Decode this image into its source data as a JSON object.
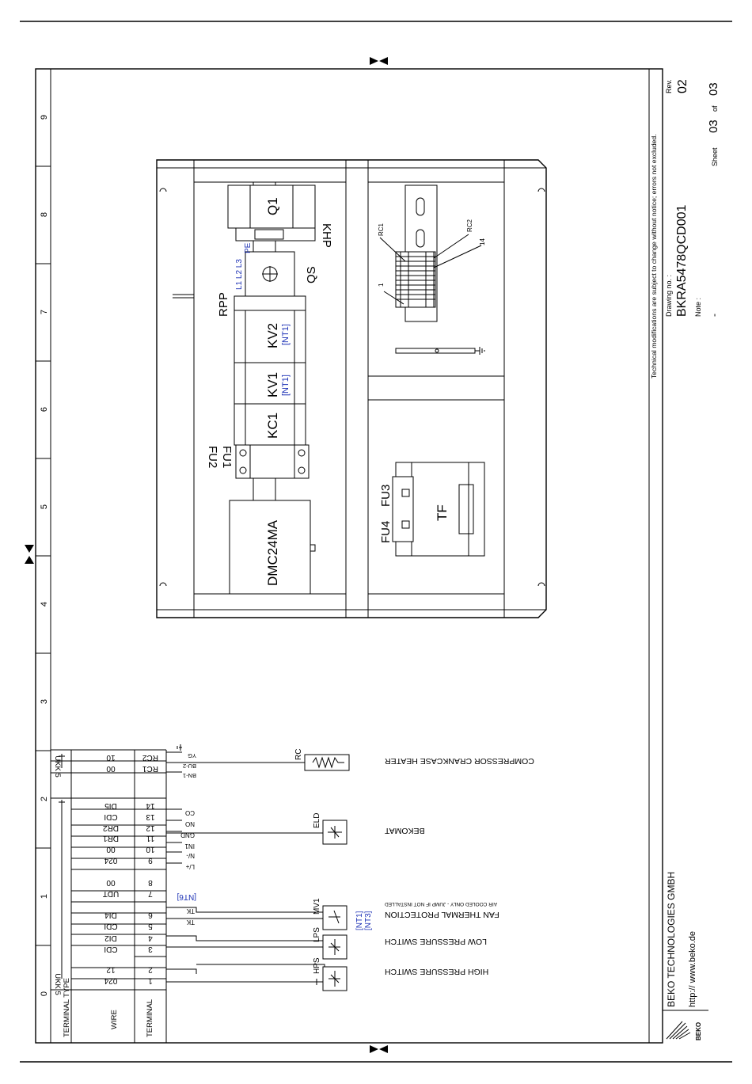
{
  "grid": {
    "numbers": [
      "0",
      "1",
      "2",
      "3",
      "4",
      "5",
      "6",
      "7",
      "8",
      "9"
    ]
  },
  "title_block": {
    "disclaimer": "Technical modifications are subject to change without notice; errors not excluded.",
    "rev_label": "Rev.",
    "rev_value": "02",
    "drawing_label": "Drawing no. :",
    "drawing_value": "BKRA5478QCD001",
    "note_label": "Note :",
    "note_value": "-",
    "sheet_label": "Sheet",
    "sheet_value": "03",
    "sheet_of": "of",
    "sheet_total": "03",
    "company": "BEKO TECHNOLOGIES GMBH",
    "website": "http:// www.beko.de",
    "logo_text": "BEKO"
  },
  "terminal_table": {
    "headers": {
      "terminal_type": "TERMINAL TYPE",
      "wire": "WIRE",
      "terminal": "TERMINAL"
    },
    "block1_type": "UKK 5",
    "block2_type": "UKK 5",
    "rows": [
      {
        "terminal": "1",
        "wire": "024"
      },
      {
        "terminal": "2",
        "wire": "12"
      },
      {
        "terminal": "3",
        "wire": "CDI"
      },
      {
        "terminal": "4",
        "wire": "DI2"
      },
      {
        "terminal": "5",
        "wire": "CDI"
      },
      {
        "terminal": "6",
        "wire": "DI4"
      },
      {
        "terminal": "7",
        "wire": "UDT"
      },
      {
        "terminal": "8",
        "wire": "00"
      },
      {
        "terminal": "9",
        "wire": "024"
      },
      {
        "terminal": "10",
        "wire": "00"
      },
      {
        "terminal": "11",
        "wire": "DR1"
      },
      {
        "terminal": "12",
        "wire": "DR2"
      },
      {
        "terminal": "13",
        "wire": "CDI"
      },
      {
        "terminal": "14",
        "wire": "DI5"
      }
    ],
    "rc_rows": [
      {
        "terminal": "RC1",
        "wire": "00"
      },
      {
        "terminal": "RC2",
        "wire": "10"
      }
    ]
  },
  "schematic": {
    "hps": {
      "tag": "HPS",
      "label": "HIGH PRESSURE SWITCH"
    },
    "lps": {
      "tag": "LPS",
      "label": "LOW PRESSURE SWITCH"
    },
    "mv1": {
      "tag": "MV1",
      "label": "FAN THERMAL PROTECTION",
      "note": "AIR COOLED ONLY - JUMP IF NOT INSTALLED",
      "ref1": "[NT1]",
      "ref2": "[NT3]"
    },
    "tk1": "TK",
    "tk2": "TK",
    "nt6": "[NT6]",
    "eld": {
      "tag": "ELD",
      "label": "BEKOMAT",
      "pins": [
        "L/+",
        "N/-",
        "IN1",
        "GND",
        "NO",
        "CO"
      ]
    },
    "rc": {
      "tag": "RC",
      "label": "COMPRESSOR CRANKCASE HEATER",
      "pins": [
        "BN-1",
        "BU-2",
        "YG"
      ]
    }
  },
  "layout": {
    "dmc": "DMC24MA",
    "fu1": "FU1",
    "fu2": "FU2",
    "kc1": "KC1",
    "kv1": "KV1",
    "kv1_ref": "[NT1]",
    "kv2": "KV2",
    "kv2_ref": "[NT1]",
    "rpp": "RPP",
    "qs": "QS",
    "phases": "L1 L2 L3",
    "pe": "PE",
    "khp": "KHP",
    "q1": "Q1",
    "fu3": "FU3",
    "fu4": "FU4",
    "tf": "TF",
    "rc1": "RC1",
    "rc2": "RC2",
    "t1": "1",
    "t14": "14"
  }
}
